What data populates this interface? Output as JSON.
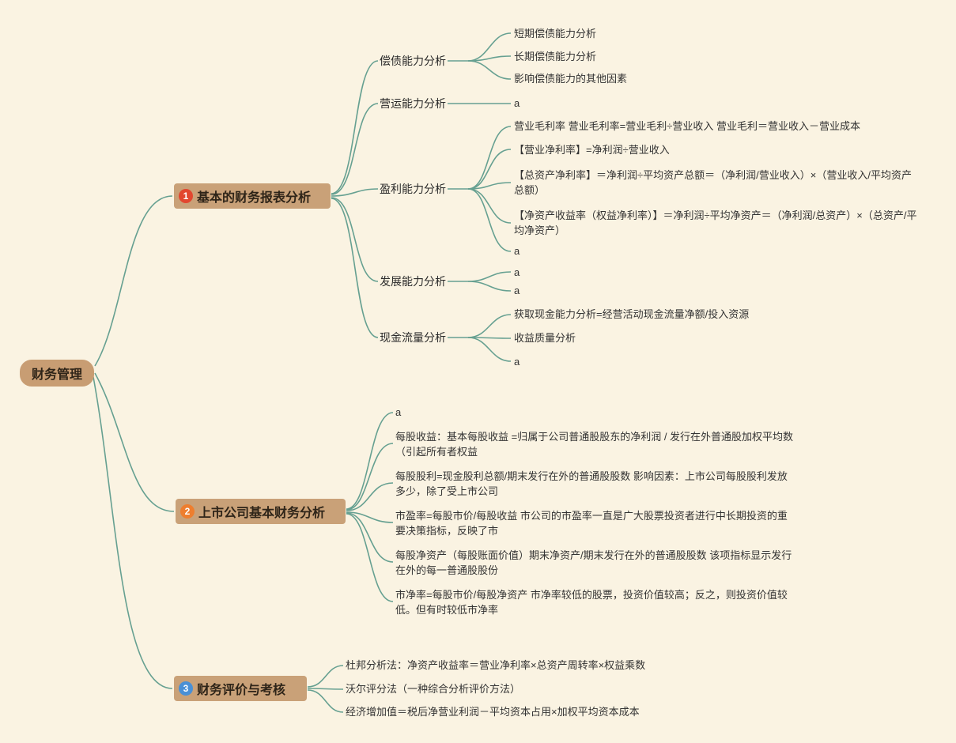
{
  "root": {
    "label": "财务管理"
  },
  "colors": {
    "background": "#faf3e2",
    "node_fill": "#c9a178",
    "line": "#66a091",
    "badge1": "#e2472f",
    "badge2": "#ee7e2e",
    "badge3": "#4a90d6"
  },
  "b1": {
    "number": "1",
    "label": "基本的财务报表分析",
    "groups": [
      {
        "label": "偿债能力分析",
        "leaves": [
          "短期偿债能力分析",
          "长期偿债能力分析",
          "影响偿债能力的其他因素"
        ]
      },
      {
        "label": "营运能力分析",
        "leaves": [
          "a"
        ]
      },
      {
        "label": "盈利能力分析",
        "leaves": [
          "营业毛利率 营业毛利率=营业毛利÷营业收入 营业毛利＝营业收入－营业成本",
          "【营业净利率】=净利润÷营业收入",
          "【总资产净利率】＝净利润÷平均资产总额＝（净利润/营业收入）×（营业收入/平均资产总额）",
          "【净资产收益率（权益净利率）】＝净利润÷平均净资产＝（净利润/总资产）×（总资产/平均净资产）",
          "a"
        ]
      },
      {
        "label": "发展能力分析",
        "leaves": [
          "a",
          "a"
        ]
      },
      {
        "label": "现金流量分析",
        "leaves": [
          "获取现金能力分析=经营活动现金流量净额/投入资源",
          "收益质量分析",
          "a"
        ]
      }
    ]
  },
  "b2": {
    "number": "2",
    "label": "上市公司基本财务分析",
    "leaves": [
      "a",
      "每股收益：基本每股收益 =归属于公司普通股股东的净利润 / 发行在外普通股加权平均数（引起所有者权益",
      "每股股利=现金股利总额/期末发行在外的普通股股数 影响因素：上市公司每股股利发放多少，除了受上市公司",
      "市盈率=每股市价/每股收益 市公司的市盈率一直是广大股票投资者进行中长期投资的重要决策指标，反映了市",
      "每股净资产（每股账面价值）期末净资产/期末发行在外的普通股股数 该项指标显示发行在外的每一普通股股份",
      "市净率=每股市价/每股净资产 市净率较低的股票，投资价值较高；反之，则投资价值较低。但有时较低市净率"
    ]
  },
  "b3": {
    "number": "3",
    "label": "财务评价与考核",
    "leaves": [
      "杜邦分析法：净资产收益率＝营业净利率×总资产周转率×权益乘数",
      "沃尔评分法（一种综合分析评价方法）",
      "经济增加值＝税后净营业利润－平均资本占用×加权平均资本成本"
    ]
  }
}
